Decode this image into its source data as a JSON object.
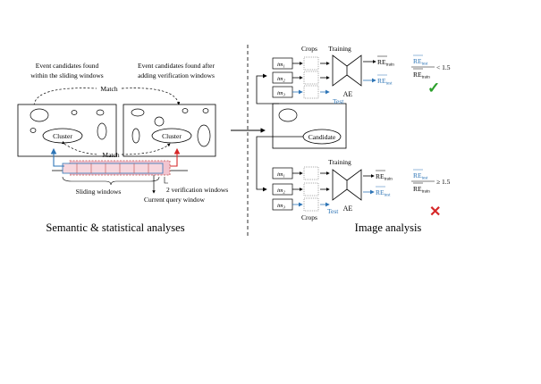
{
  "left_panel": {
    "caption_left": [
      "Event candidates found",
      "within the sliding windows"
    ],
    "caption_right": [
      "Event candidates found after",
      "adding verification windows"
    ],
    "match_top": "Match",
    "match_bottom": "Match",
    "cluster_left": "Cluster",
    "cluster_right": "Cluster",
    "sliding_windows": "Sliding windows",
    "verification_windows": "2 verification windows",
    "current_query": "Current query window",
    "section_title": "Semantic & statistical analyses"
  },
  "right_panel": {
    "crops_top": "Crops",
    "training_top": "Training",
    "training_bottom": "Training",
    "crops_bottom": "Crops",
    "test_top": "Test",
    "test_bottom": "Test",
    "im_base": "im",
    "im_subs": [
      "1",
      "2",
      "3"
    ],
    "ae_label": "AE",
    "re_base": "RE",
    "sub_train": "train",
    "sub_test": "test",
    "cond_top": "< 1.5",
    "cond_bottom": "≥ 1.5",
    "candidate": "Candidate",
    "section_title": "Image analysis",
    "check_icon": "✓",
    "cross_icon": "✕"
  },
  "colors": {
    "accent_blue": "#2e75b6",
    "accent_red": "#d62728",
    "accent_green": "#2ca02c",
    "window_fill": "#f2c4cf",
    "window_stroke": "#c0504d"
  }
}
